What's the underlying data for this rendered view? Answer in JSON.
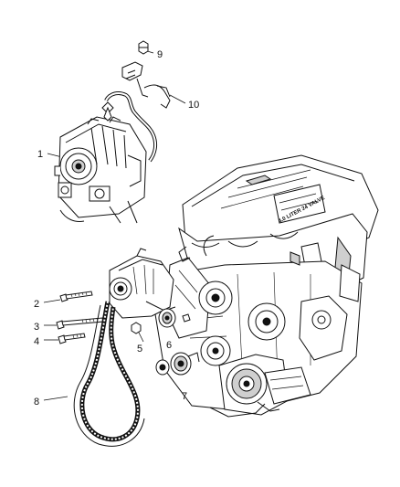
{
  "diagram": {
    "callouts": [
      {
        "id": "1",
        "text": "1"
      },
      {
        "id": "2",
        "text": "2"
      },
      {
        "id": "3",
        "text": "3"
      },
      {
        "id": "4",
        "text": "4"
      },
      {
        "id": "5",
        "text": "5"
      },
      {
        "id": "6",
        "text": "6"
      },
      {
        "id": "7",
        "text": "7"
      },
      {
        "id": "8",
        "text": "8"
      },
      {
        "id": "9",
        "text": "9"
      },
      {
        "id": "10",
        "text": "10"
      }
    ],
    "engine_cover_text": "4.0 LITER 24 VALVE"
  },
  "colors": {
    "ink": "#111111",
    "background": "#ffffff",
    "shade": "#cfcfcf"
  }
}
